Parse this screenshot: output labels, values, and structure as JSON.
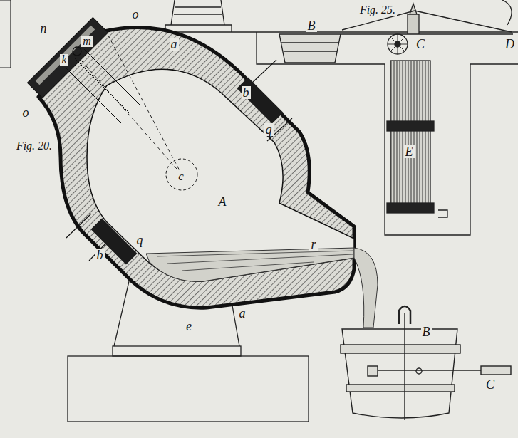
{
  "diagram": {
    "labels": [
      "Fig. 25.",
      "o",
      "n",
      "B",
      "D",
      "m",
      "C",
      "a",
      "k",
      "b",
      "o",
      "q",
      "Fig. 20.",
      "E",
      "c",
      "A",
      "q",
      "r",
      "b",
      "a",
      "e",
      "B",
      "C"
    ]
  }
}
